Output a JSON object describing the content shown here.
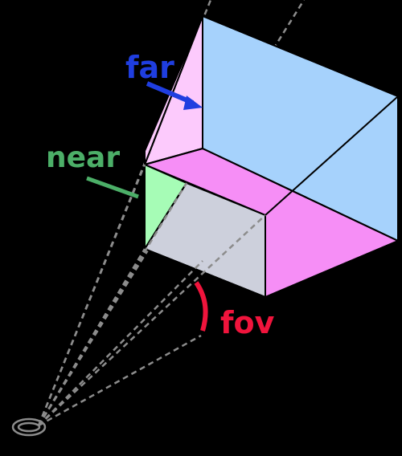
{
  "labels": {
    "far": "far",
    "near": "near",
    "fov": "fov"
  },
  "colors": {
    "background": "#000000",
    "far_plane": "#a6d2fc",
    "side_pink": "#fccafc",
    "bottom_magenta": "#f68ef6",
    "near_plane": "#cdd0dc",
    "near_side_green": "#a6fcb6",
    "edges": "#000000",
    "sight_lines": "#8c8c8c",
    "far_label": "#1f3ee0",
    "near_label": "#4caf68",
    "fov_label": "#f0143c"
  },
  "icons": {
    "camera": "camera-icon",
    "far_arrow": "arrow-icon",
    "fov_bracket": "bracket-icon"
  }
}
